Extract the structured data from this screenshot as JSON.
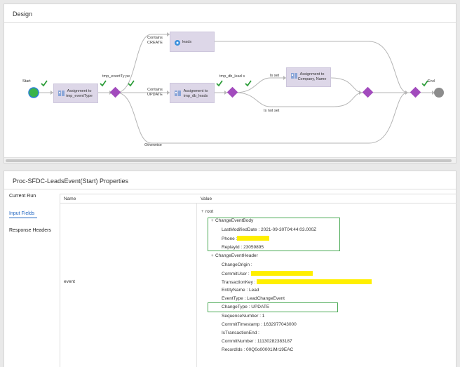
{
  "design": {
    "title": "Design",
    "nodes": {
      "start": "Start",
      "assign_event_type": "Assignment to tmp_eventType",
      "decision_event_type": "tmp_eventTy pe",
      "leads": "leads",
      "assign_db_leads": "Assignment to tmp_db_leads",
      "decision_db_lead": "tmp_db_lead s",
      "assign_company": "Assignment to Company, Name",
      "end": "End"
    },
    "edges": {
      "contains_create": "Contains CREATE",
      "contains_update": "Contains UPDATE",
      "otherwise": "Otherwise",
      "is_set": "Is set",
      "is_not_set": "Is not set"
    },
    "colors": {
      "task": "#ddd7e8",
      "diamond": "#a24bbd",
      "start": "#3bb44a",
      "end": "#8c8c8c",
      "check": "#2e9e3b",
      "line": "#b5b5b5"
    }
  },
  "properties": {
    "title": "Proc-SFDC-LeadsEvent(Start) Properties",
    "nav": [
      "Current Run",
      "Input Fields",
      "Response Headers"
    ],
    "active_nav": "Input Fields",
    "columns": {
      "name": "Name",
      "value": "Value"
    },
    "row_name": "event",
    "tree": {
      "root": "root",
      "change_event_body": "ChangeEventBody",
      "last_modified": "LastModifiedDate : 2021-09-30T04:44:03.000Z",
      "phone": "Phone :",
      "replay_id": "ReplayId : 23059895",
      "change_event_header": "ChangeEventHeader",
      "change_origin": "ChangeOrigin :",
      "commit_user": "CommitUser :",
      "transaction_key": "TransactionKey :",
      "entity_name": "EntityName : Lead",
      "event_type": "EventType : LeadChangeEvent",
      "change_type": "ChangeType : UPDATE",
      "sequence_number": "SequenceNumber : 1",
      "commit_timestamp": "CommitTimestamp : 1632977043000",
      "is_transaction_end": "IsTransactionEnd :",
      "commit_number": "CommitNumber : 11130282383187",
      "record_ids": "RecordIds : 00Q0o00001iMr19EAC"
    }
  }
}
